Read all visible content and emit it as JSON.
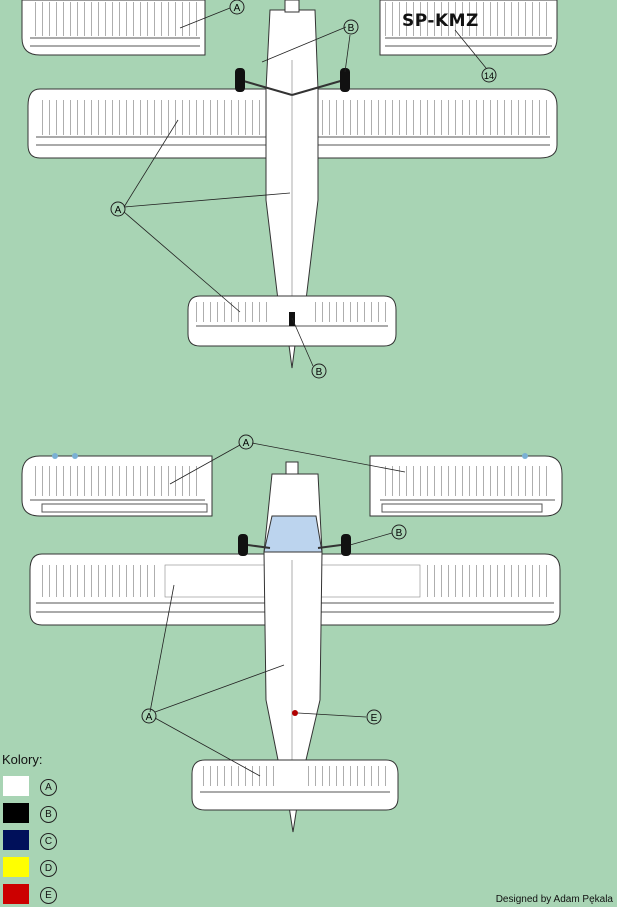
{
  "registration": "SP-KMZ",
  "legend": {
    "title": "Kolory:",
    "items": [
      {
        "letter": "A",
        "color": "#ffffff"
      },
      {
        "letter": "B",
        "color": "#000000"
      },
      {
        "letter": "C",
        "color": "#00105a"
      },
      {
        "letter": "D",
        "color": "#ffff00"
      },
      {
        "letter": "E",
        "color": "#cc0000"
      }
    ]
  },
  "callouts": {
    "A": "A",
    "B": "B",
    "E": "E",
    "n14": "14"
  },
  "credit": "Designed by Adam Pękala",
  "colors": {
    "background": "#a8d4b4",
    "airframe": "#ffffff",
    "line": "#333333",
    "canopy": "#bcd4ee"
  }
}
